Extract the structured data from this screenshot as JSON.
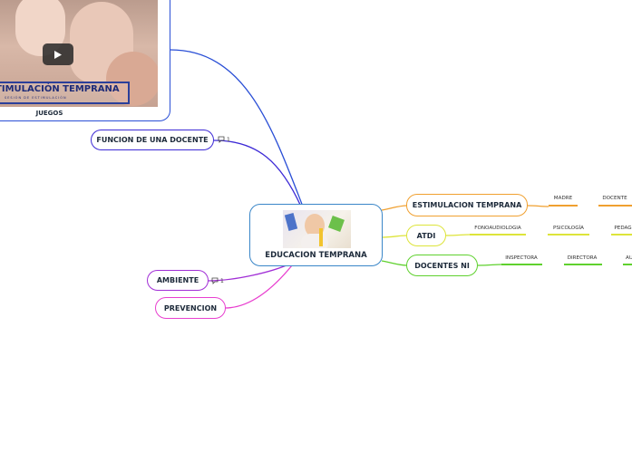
{
  "central": {
    "label": "EDUCACION TEMPRANA"
  },
  "video": {
    "caption": "JUEGOS",
    "banner": "ESTIMULACIÓN TEMPRANA",
    "banner_sub": "SESIÓN DE ESTIMULACIÓN"
  },
  "left_topics": [
    {
      "label": "FUNCION DE UNA DOCENTE",
      "note_count": "1",
      "color": "#3d2ad6"
    },
    {
      "label": "AMBIENTE",
      "note_count": "1",
      "color": "#a12fd6"
    },
    {
      "label": "PREVENCION",
      "note_count": "",
      "color": "#e83fcf"
    }
  ],
  "right_topics": [
    {
      "label": "ESTIMULACION TEMPRANA",
      "color": "#f0a030",
      "subtopics": [
        "MADRE",
        "DOCENTE"
      ]
    },
    {
      "label": "ATDI",
      "color": "#dde43a",
      "subtopics": [
        "FONOAUDIOLOGIA",
        "PSICOLOGÍA",
        "PEDAG"
      ]
    },
    {
      "label": "DOCENTES NI",
      "color": "#5fd12e",
      "subtopics": [
        "INSPECTORA",
        "DIRECTORA",
        "AU"
      ]
    }
  ],
  "colors": {
    "central_border": "#3a86c8",
    "video_border": "#2a4fd6"
  }
}
